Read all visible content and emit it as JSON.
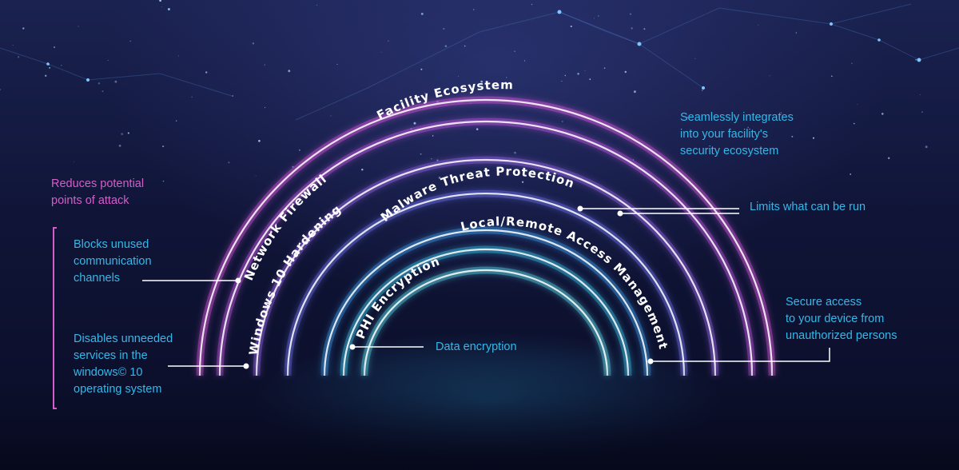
{
  "layers": [
    {
      "id": "facility",
      "label": "Facility Ecosystem",
      "color": "#e25ce6"
    },
    {
      "id": "firewall",
      "label": "Network Firewall",
      "color": "#c85ae8"
    },
    {
      "id": "hardening",
      "label": "Windows 10 Hardening",
      "color": "#9a66ee"
    },
    {
      "id": "malware",
      "label": "Malware Threat Protection",
      "color": "#6f72f0"
    },
    {
      "id": "access",
      "label": "Local/Remote Access Management",
      "color": "#3fa0ee"
    },
    {
      "id": "phi",
      "label": "PHI Encryption",
      "color": "#38c8ee"
    },
    {
      "id": "core",
      "label": "",
      "color": "#5ee2f0"
    }
  ],
  "annotations": {
    "reduces": "Reduces potential\npoints of attack",
    "blocks": "Blocks unused\ncommunication\nchannels",
    "disables": "Disables unneeded\nservices in the\nwindows© 10\noperating system",
    "seamless": "Seamlessly integrates\ninto your facility's\nsecurity ecosystem",
    "limits": "Limits what can be run",
    "secure": "Secure access\nto your device from\nunauthorized persons",
    "encryption": "Data encryption"
  },
  "colors": {
    "left_text": "#35b8e8",
    "left_heading": "#d65cc9",
    "right_text": "#35b8e8",
    "bracket": "#d65cc9"
  }
}
